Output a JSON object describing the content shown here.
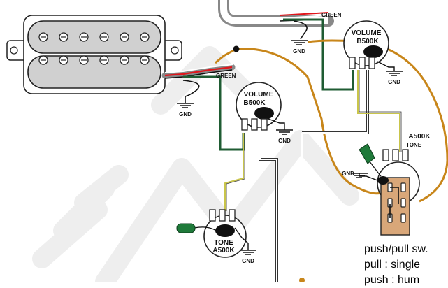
{
  "labels": {
    "green_top": "GREEN",
    "green_left": "GREEN",
    "gnd": "GND",
    "volume_word": "VOLUME",
    "volume_value": "B500K",
    "tone_word": "TONE",
    "tone_value": "A500K"
  },
  "caption": {
    "line1": "push/pull sw.",
    "line2": "pull : single",
    "line3": "push : hum"
  },
  "colors": {
    "hot_wire": "#c8861a",
    "green_wire": "#1f5c33",
    "red_wire": "#e0161b",
    "white_wire": "#ffffff",
    "shield": "#888888",
    "yellow_wire": "#c9c54a",
    "switch_body": "#d9a779",
    "capacitor": "#1f7a3a"
  }
}
